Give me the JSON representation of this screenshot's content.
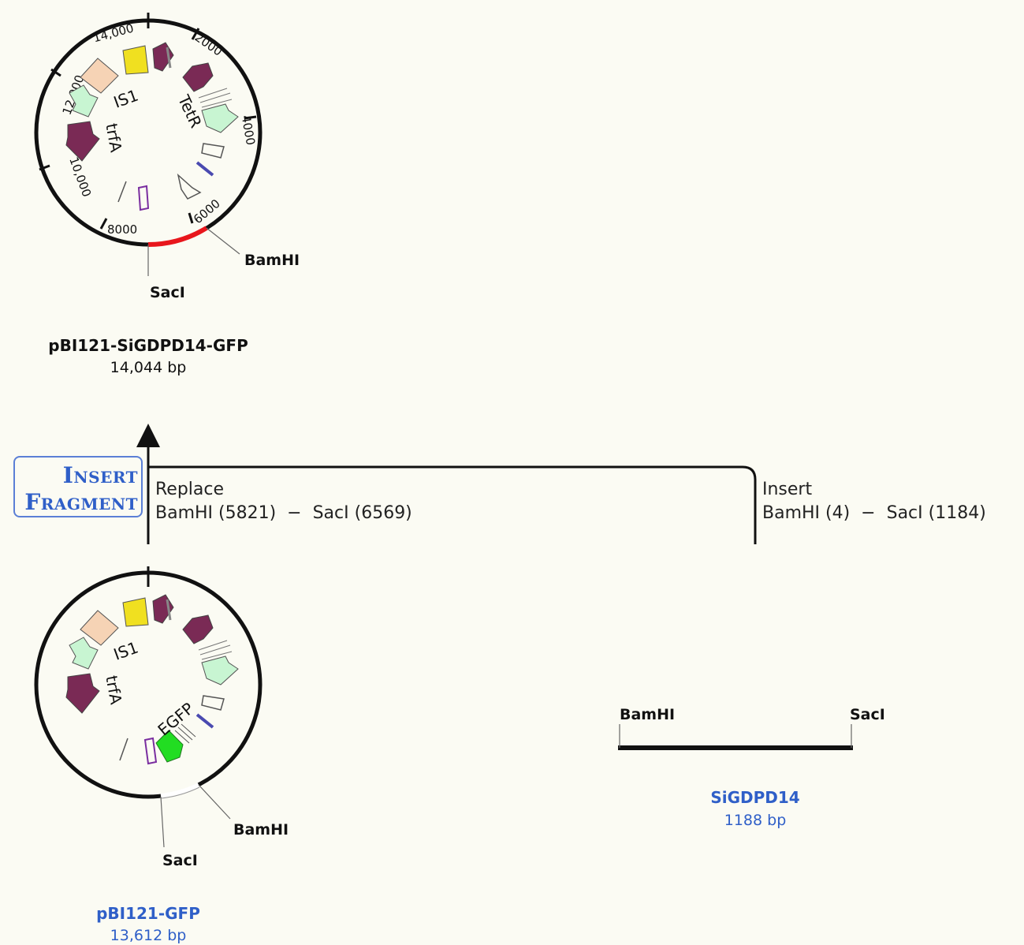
{
  "top_plasmid": {
    "name": "pBI121-SiGDPD14-GFP",
    "size": "14,044 bp",
    "ticks": [
      "14,000",
      "2000",
      "4000",
      "6000",
      "8000",
      "10,000",
      "12,000"
    ],
    "features": [
      "IS1",
      "TetR",
      "trfA"
    ],
    "sites": [
      "BamHI",
      "SacI"
    ]
  },
  "bottom_plasmid": {
    "name": "pBI121-GFP",
    "size": "13,612 bp",
    "features": [
      "IS1",
      "trfA",
      "EGFP"
    ],
    "sites": [
      "BamHI",
      "SacI"
    ]
  },
  "fragment": {
    "name": "SiGDPD14",
    "size": "1188 bp",
    "sites": [
      "BamHI",
      "SacI"
    ]
  },
  "operation": {
    "line1": "Insert",
    "line2": "Fragment",
    "replace_label": "Replace",
    "replace_range": "BamHI (5821)  −  SacI (6569)",
    "insert_label": "Insert",
    "insert_range": "BamHI (4)  −  SacI (1184)"
  },
  "colors": {
    "name_dark": "#111111",
    "name_blue": "#2f5fc8",
    "insert_highlight": "#e8161c",
    "egfp": "#22dd22",
    "maroon": "#7a2a55",
    "yellow": "#f0e020",
    "peach": "#f6d3b5",
    "mint": "#c8f5d2"
  }
}
